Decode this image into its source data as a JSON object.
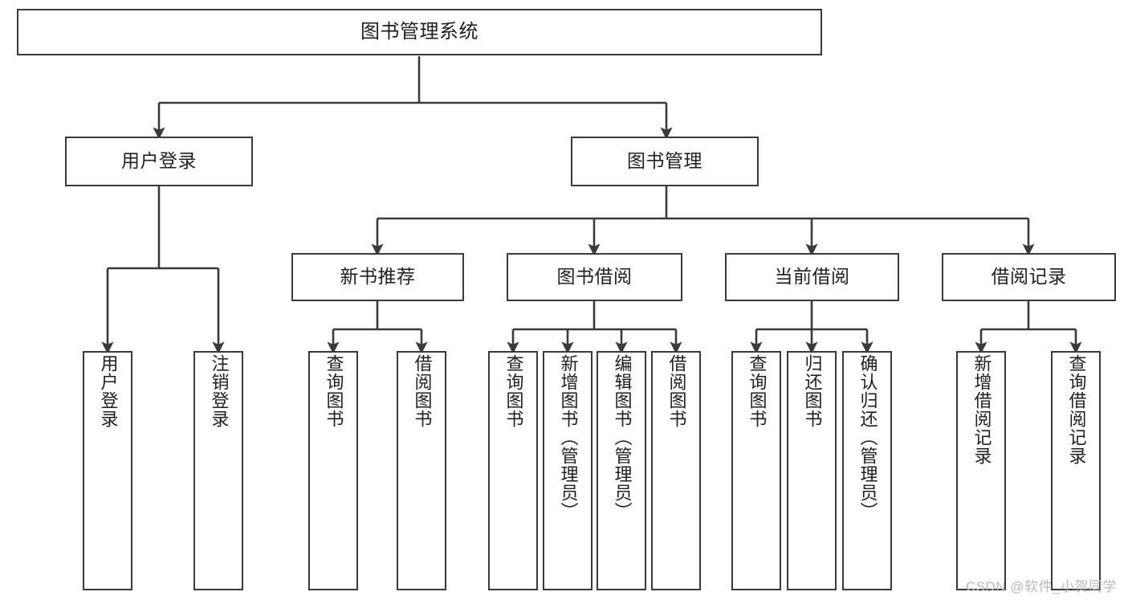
{
  "diagram": {
    "title": "图书管理系统",
    "type": "hierarchy-tree",
    "colors": {
      "box_border": "#3a3a3a",
      "box_fill": "#ffffff",
      "connector": "#3a3a3a",
      "text": "#1f1f1f",
      "watermark": "#b9b9b9",
      "background": "#ffffff"
    },
    "levels": {
      "level1": "系统",
      "level2": "模块",
      "level3": "子模块",
      "level4": "功能"
    }
  },
  "root": {
    "label": "图书管理系统"
  },
  "level2": [
    {
      "id": "user-login",
      "label": "用户登录"
    },
    {
      "id": "book-manage",
      "label": "图书管理"
    }
  ],
  "level3": [
    {
      "id": "new-book-rec",
      "label": "新书推荐",
      "parent": "book-manage"
    },
    {
      "id": "book-borrow",
      "label": "图书借阅",
      "parent": "book-manage"
    },
    {
      "id": "current-borrow",
      "label": "当前借阅",
      "parent": "book-manage"
    },
    {
      "id": "borrow-record",
      "label": "借阅记录",
      "parent": "book-manage"
    }
  ],
  "leaves": {
    "user_login": [
      {
        "id": "leaf-user-login",
        "label": "用户登录"
      },
      {
        "id": "leaf-logout-login",
        "label": "注销登录"
      }
    ],
    "new_book_rec": [
      {
        "id": "leaf-query-book-1",
        "label": "查询图书"
      },
      {
        "id": "leaf-borrow-book-1",
        "label": "借阅图书"
      }
    ],
    "book_borrow": [
      {
        "id": "leaf-query-book-2",
        "label": "查询图书"
      },
      {
        "id": "leaf-add-book",
        "label": "新增图书（管理员）"
      },
      {
        "id": "leaf-edit-book",
        "label": "编辑图书（管理员）"
      },
      {
        "id": "leaf-borrow-book-2",
        "label": "借阅图书"
      }
    ],
    "current_borrow": [
      {
        "id": "leaf-query-book-3",
        "label": "查询图书"
      },
      {
        "id": "leaf-return-book",
        "label": "归还图书"
      },
      {
        "id": "leaf-confirm-return",
        "label": "确认归还（管理员）"
      }
    ],
    "borrow_record": [
      {
        "id": "leaf-add-record",
        "label": "新增借阅记录"
      },
      {
        "id": "leaf-query-record",
        "label": "查询借阅记录"
      }
    ]
  },
  "watermark": {
    "text": "CSDN @软件_小贺同学"
  }
}
